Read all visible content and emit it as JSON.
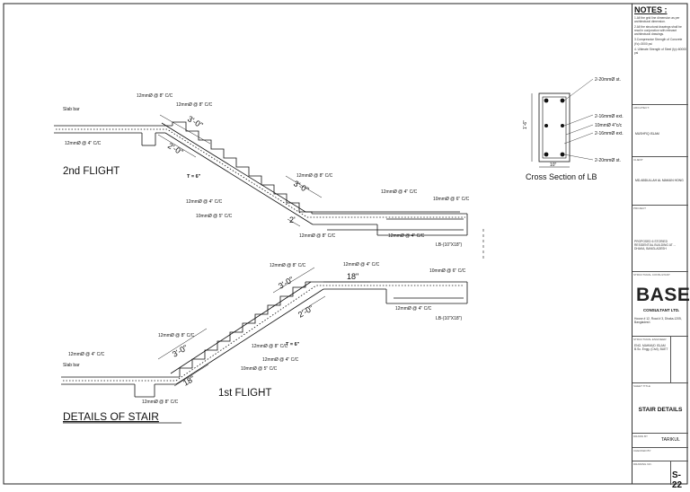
{
  "notes": {
    "title": "NOTES :",
    "items": [
      "1.All the grid line dimension as per architectural dimension.",
      "2.All the structural drawings shall be read in conjunction with relevant architectural drawings.",
      "3.Compressive Strength of Concrete (f'c)=3000 psi",
      "4. Ultimate Strength of Steel (fy)=60000 psi"
    ]
  },
  "titleblock": {
    "architect_label": "ARCHITECT:",
    "architect_name": "MUSHFIQ ISLAM",
    "client_label": "CLIENT",
    "client_name": "MD.ABDULLAH AL MAMUN HONG",
    "project_label": "PROJECT",
    "project_text": "PROPOSED 6 STORIED RESIDENTIAL BUILDING AT ... DHAKA, BANGLADESH",
    "consultant_label": "STRUCTURAL CONSULTANT",
    "logo_text": "BASE",
    "consultant_sub": "CONSULTANT LTD.",
    "consultant_addr": "House # 12, Road # 3, Dhaka-1205, Bangladesh",
    "engineer_label": "STRUCTURAL ENGINEER",
    "engineer_text": "ENG. MAHMUD ISLAM B.Sc. Engg. (Civil), BUET",
    "sheet_title_label": "SHEET TITLE",
    "sheet_title": "STAIR DETAILS",
    "drawn_label": "DRAWN BY",
    "drawn_value": "TARIKUL",
    "checked_label": "CHECKED BY",
    "date_label": "DRAWING NO.",
    "sheet_no": "S-22"
  },
  "drawing": {
    "title": "DETAILS OF STAIR",
    "second_flight": "2nd FLIGHT",
    "first_flight": "1st FLIGHT",
    "cross_section": "Cross Section of LB",
    "labels": {
      "slab_bar": "Slab bar",
      "r12_8": "12mmØ @ 8\" C/C",
      "r12_4": "12mmØ @ 4\" C/C",
      "r10_6": "10mmØ @ 6\" C/C",
      "r10_5": "10mmØ @ 5\" C/C",
      "t6": "T = 6\"",
      "d30": "3'-0\"",
      "d20": "2'-0\"",
      "d2": "2'",
      "d18": "18\"",
      "lb": "LB-(10\"X18\")",
      "cs_top": "2-20mmØ st.",
      "cs_ext": "2-16mmØ ext.",
      "cs_stir": "10mmØ 4\"c/c",
      "cs_ext2": "2-16mmØ ext.",
      "cs_bot": "2-20mmØ st.",
      "cs_w": "10\"",
      "cs_h": "1'-6\""
    }
  }
}
